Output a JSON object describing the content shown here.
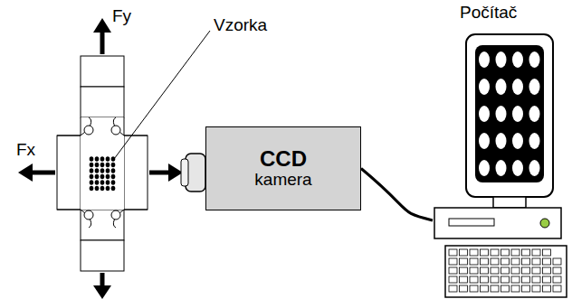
{
  "diagram": {
    "nodes": [
      {
        "text": [
          "CCD",
          "kamera"
        ]
      },
      {
        "text": [
          "Počítač"
        ]
      }
    ],
    "edges": [
      {
        "from": 0,
        "to": 1,
        "arrow": "none"
      }
    ],
    "labels": [
      "Fy",
      "Fx",
      "Vzorka"
    ]
  }
}
